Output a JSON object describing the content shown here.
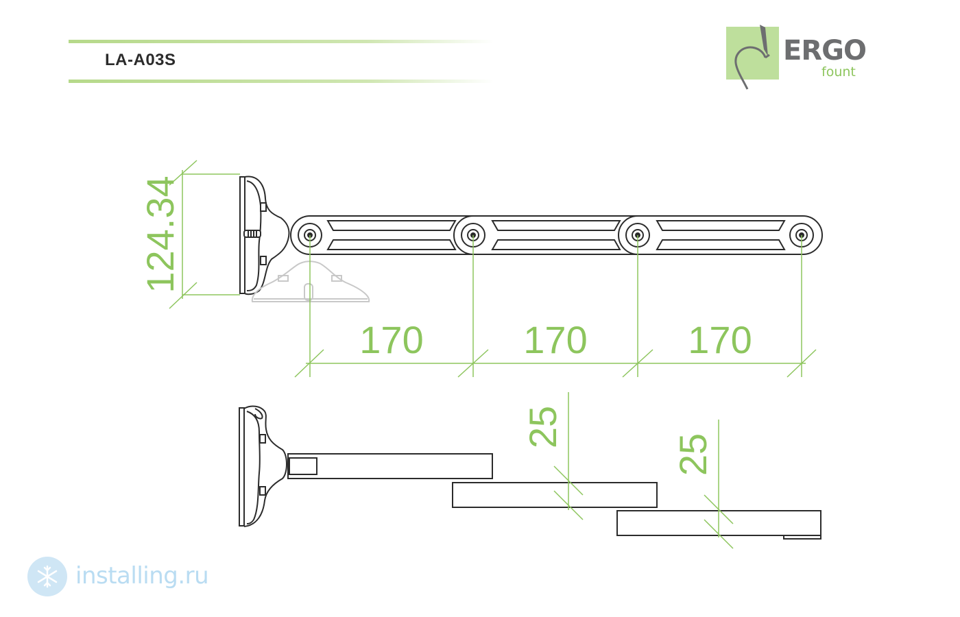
{
  "header": {
    "model": "LA-A03S"
  },
  "logo": {
    "main_text": "ERGO",
    "sub_text": "fount",
    "box_color": "#bedf9c",
    "text_color": "#6d6e70",
    "sub_color": "#8dc55d"
  },
  "dimensions": {
    "height": "124.34",
    "segment_lengths": [
      "170",
      "170",
      "170"
    ],
    "offsets": [
      "25",
      "25"
    ]
  },
  "colors": {
    "dimension": "#8dc55d",
    "line_art": "#2b2b2b",
    "ghost": "#c8c8c8"
  },
  "watermark": {
    "text": "installing.ru",
    "icon": "snowflake-icon"
  }
}
